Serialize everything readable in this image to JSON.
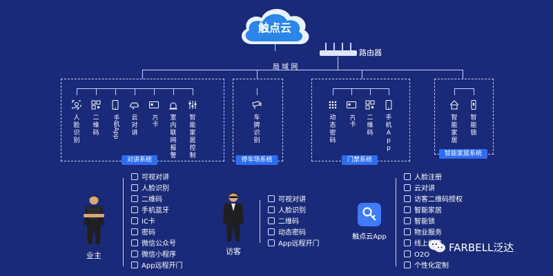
{
  "cloud": {
    "label": "触点云"
  },
  "router": {
    "label": "路由器"
  },
  "lan": {
    "label": "局 域 网"
  },
  "groups": [
    {
      "badge": "对讲系统",
      "items": [
        "人脸识别",
        "二维码",
        "手机App",
        "云对讲",
        "IC卡",
        "室内联网报警",
        "智能家居控制"
      ]
    },
    {
      "badge": "停车场系统",
      "items": [
        "车牌识别"
      ]
    },
    {
      "badge": "门禁系统",
      "items": [
        "动态密码",
        "IC卡",
        "二维码",
        "手机App"
      ]
    },
    {
      "badge": "智能家居系统",
      "items": [
        "智能家居",
        "智能锁"
      ]
    }
  ],
  "owner": {
    "label": "业主",
    "items": [
      "可视对讲",
      "人脸识别",
      "二维码",
      "手机蓝牙",
      "IC卡",
      "密码",
      "微信公众号",
      "微信小程序",
      "App远程开门"
    ]
  },
  "visitor": {
    "label": "访客",
    "items": [
      "可视对讲",
      "人脸识别",
      "二维码",
      "动态密码",
      "App远程开门"
    ]
  },
  "app": {
    "label": "触点云App",
    "items": [
      "人脸注册",
      "云对讲",
      "访客二维码授权",
      "智能家居",
      "智能锁",
      "物业服务",
      "线上缴费",
      "O2O",
      "个性化定制"
    ]
  },
  "watermark": {
    "text": "FARBELL泛达"
  },
  "colors": {
    "background": "#1a2a78",
    "accent": "#2d6df0",
    "line": "#c8d2ff"
  }
}
